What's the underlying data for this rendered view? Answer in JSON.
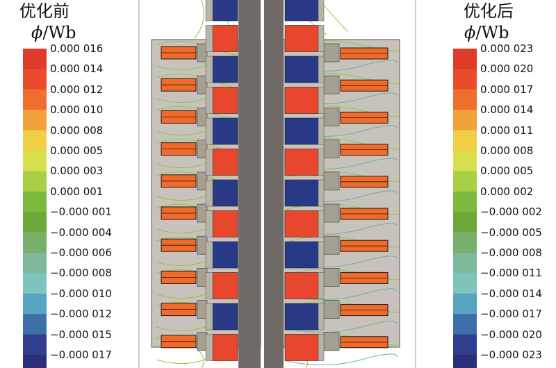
{
  "legend_left": {
    "title": "优化前",
    "unit_symbol": "ϕ",
    "unit_text": "/Wb",
    "labels": [
      "0.000 016",
      "0.000 014",
      "0.000 012",
      "0.000 010",
      "0.000 008",
      "0.000 005",
      "0.000 003",
      "0.000 001",
      "−0.000 001",
      "−0.000 004",
      "−0.000 006",
      "−0.000 008",
      "−0.000 010",
      "−0.000 012",
      "−0.000 015",
      "−0.000 017"
    ]
  },
  "legend_right": {
    "title": "优化后",
    "unit_symbol": "ϕ",
    "unit_text": "/Wb",
    "labels": [
      "0.000 023",
      "0.000 020",
      "0.000 017",
      "0.000 014",
      "0.000 011",
      "0.000 008",
      "0.000 005",
      "0.000 002",
      "−0.000 002",
      "−0.000 005",
      "−0.000 008",
      "−0.000 011",
      "−0.000 014",
      "−0.000 017",
      "−0.000 020",
      "−0.000 023"
    ]
  },
  "colors": {
    "scale": [
      "#e03a2a",
      "#ea4b2d",
      "#f06e2e",
      "#f2a23a",
      "#f1cf45",
      "#d7df4c",
      "#a9cf46",
      "#7db83f",
      "#6da93a",
      "#78b06b",
      "#7fb89b",
      "#7ec4bd",
      "#56a4c0",
      "#3f6fa8",
      "#2f3e8e",
      "#2b2e7a"
    ],
    "background": "#ffffff",
    "field_region": "#c8c2bd",
    "shaft": "#6f6a66",
    "coil": "#f26a2a",
    "coil_outline": "#1a1a1a",
    "pole_red": "#e8472d",
    "pole_blue": "#283a86",
    "contour_green": "#8fc83c"
  }
}
